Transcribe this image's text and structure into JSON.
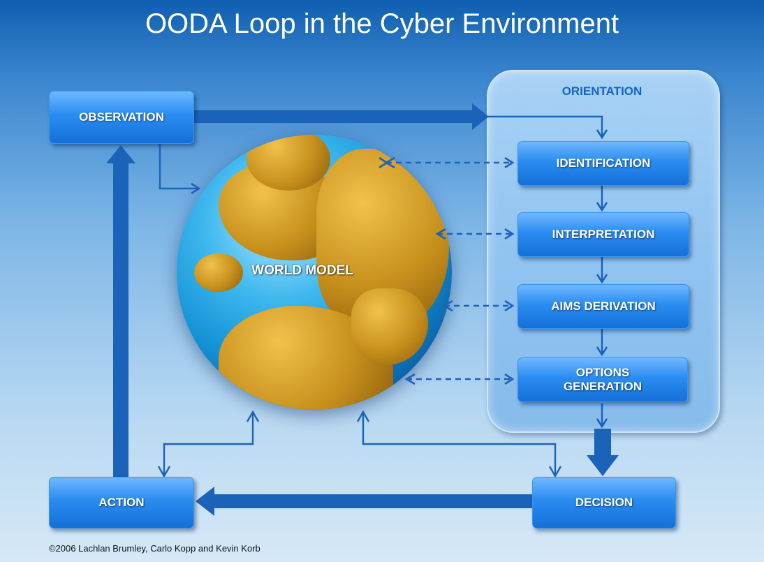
{
  "title": "OODA Loop in the Cyber Environment",
  "orientation": {
    "title": "ORIENTATION",
    "steps": [
      "IDENTIFICATION",
      "INTERPRETATION",
      "AIMS DERIVATION",
      "OPTIONS GENERATION"
    ]
  },
  "nodes": {
    "observation": "OBSERVATION",
    "action": "ACTION",
    "decision": "DECISION",
    "world_model": "WORLD MODEL"
  },
  "footer": {
    "copyright": "©2006 Lachlan Brumley, Carlo Kopp and Kevin Korb"
  },
  "colors": {
    "box": "#2a8cf0",
    "arrow": "#1a63b8",
    "land": "#c68f1c",
    "ocean": "#1594d6"
  }
}
